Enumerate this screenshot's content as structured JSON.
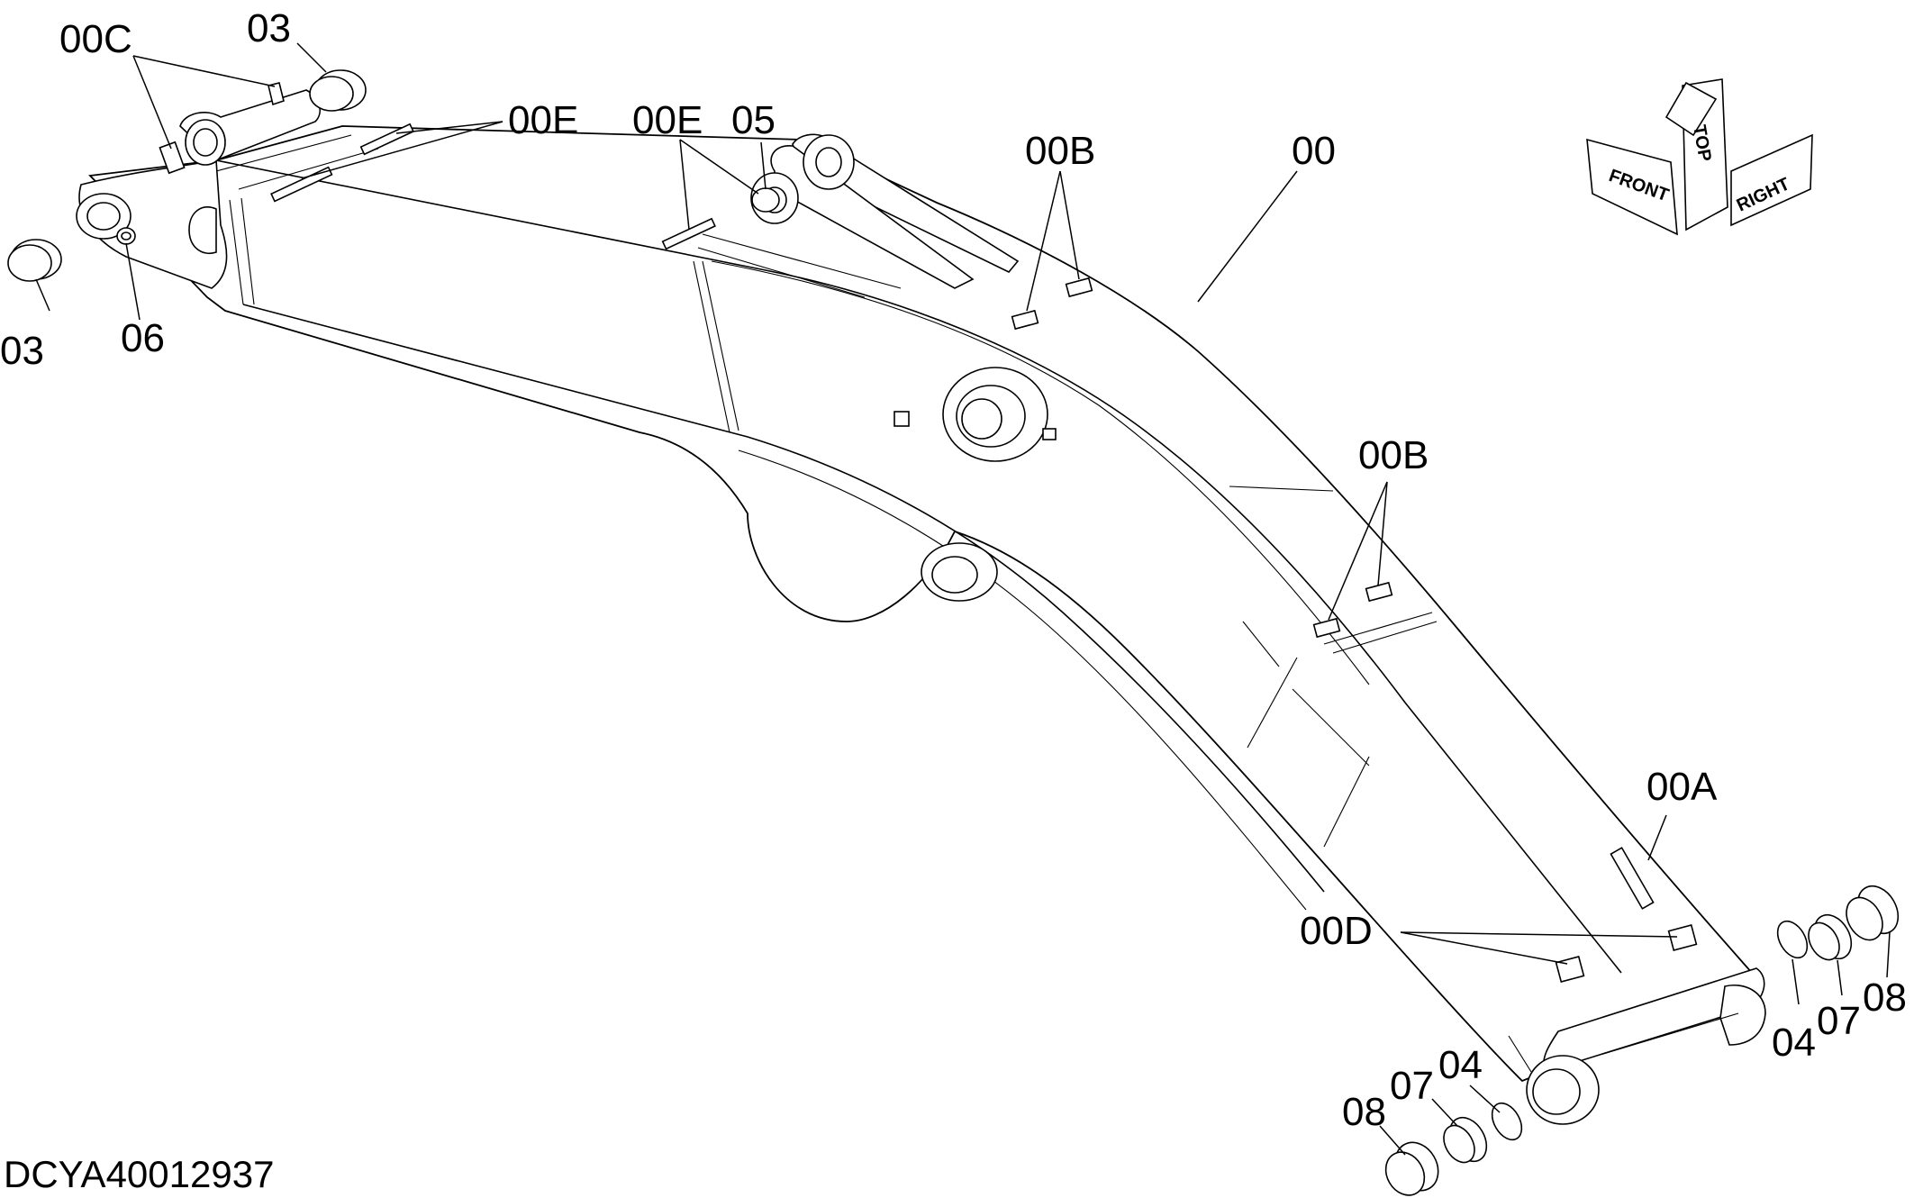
{
  "drawing": {
    "id": "DCYA40012937",
    "orientation_labels": {
      "front": "FRONT",
      "top": "TOP",
      "right": "RIGHT"
    },
    "callouts": [
      {
        "key": "00C",
        "text": "00C"
      },
      {
        "key": "03_top",
        "text": "03"
      },
      {
        "key": "03_left",
        "text": "03"
      },
      {
        "key": "06",
        "text": "06"
      },
      {
        "key": "00E_a",
        "text": "00E"
      },
      {
        "key": "00E_b",
        "text": "00E"
      },
      {
        "key": "05",
        "text": "05"
      },
      {
        "key": "00B_a",
        "text": "00B"
      },
      {
        "key": "00",
        "text": "00"
      },
      {
        "key": "00B_b",
        "text": "00B"
      },
      {
        "key": "00A",
        "text": "00A"
      },
      {
        "key": "00D",
        "text": "00D"
      },
      {
        "key": "04_right",
        "text": "04"
      },
      {
        "key": "07_right",
        "text": "07"
      },
      {
        "key": "08_right",
        "text": "08"
      },
      {
        "key": "04_bottom",
        "text": "04"
      },
      {
        "key": "07_bottom",
        "text": "07"
      },
      {
        "key": "08_bottom",
        "text": "08"
      }
    ]
  }
}
